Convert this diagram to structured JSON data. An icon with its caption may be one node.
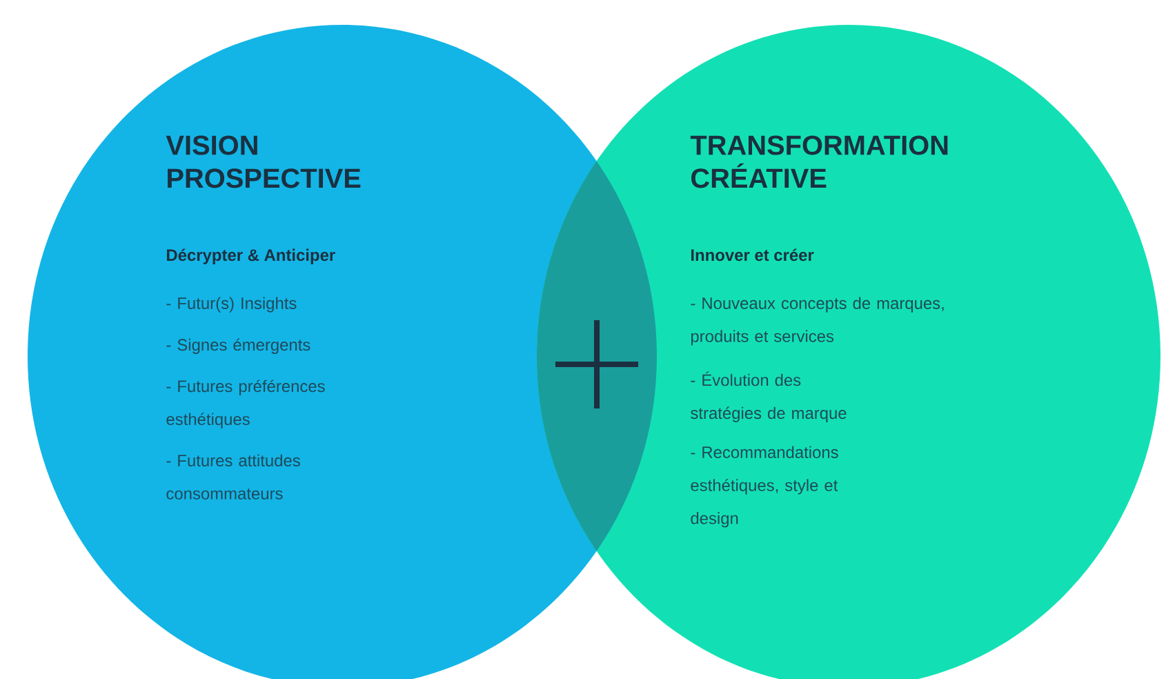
{
  "diagram": {
    "nodes": [
      {
        "text": [
          "VISION PROSPECTIVE",
          "Décrypter & Anticiper",
          "- Futur(s) Insights",
          "- Signes émergents",
          "- Futures préférences esthétiques",
          "- Futures attitudes consommateurs"
        ]
      },
      {
        "text": [
          "TRANSFORMATION CRÉATIVE",
          "Innover et créer",
          "- Nouveaux concepts de marques, produits et services",
          "- Évolution des stratégies de marque",
          "- Recommandations esthétiques, style et design"
        ]
      }
    ]
  }
}
